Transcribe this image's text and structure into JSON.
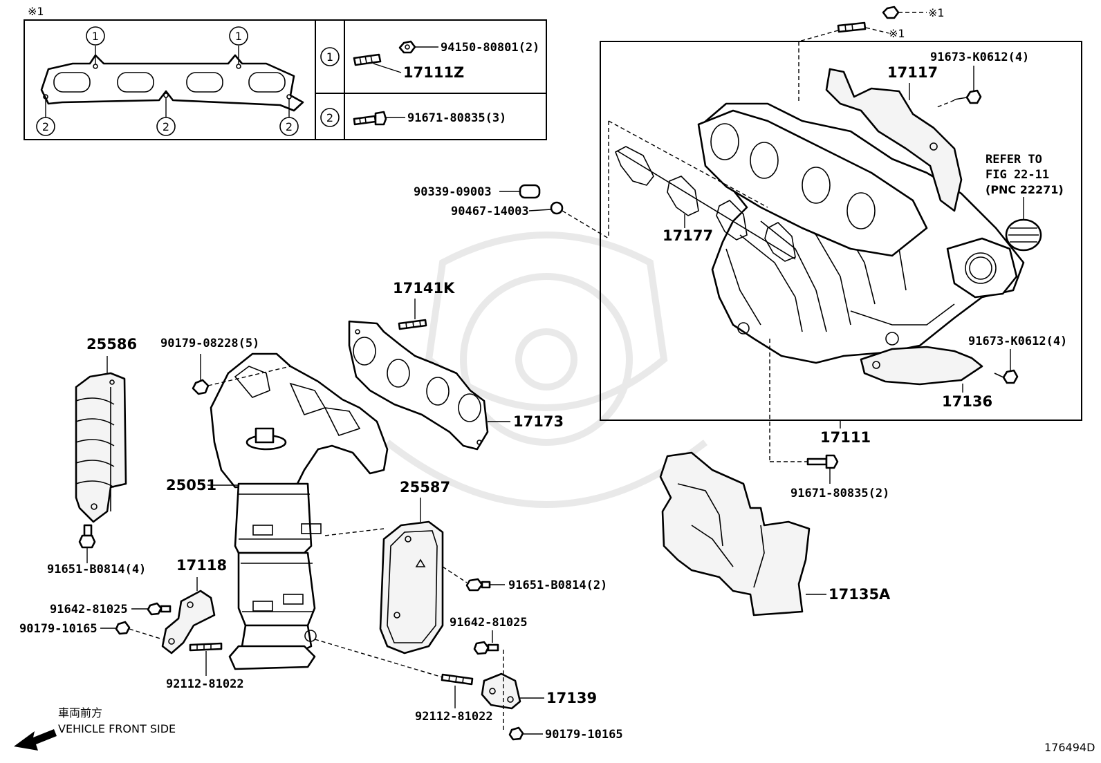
{
  "title": "",
  "inset": {
    "mark": "※1",
    "ref_one": "1",
    "ref_two": "2",
    "row1_part": "94150-80801(2)",
    "row1_stud": "17111Z",
    "row2_part": "91671-80835(3)"
  },
  "parts": {
    "p_x1_nut": "※1",
    "p_x1_stud": "※1",
    "p_17117": "17117",
    "p_91673a": "91673-K0612(4)",
    "p_refer1": "REFER TO",
    "p_refer2": "FIG 22-11",
    "p_refer3": "(PNC 22271)",
    "p_90339": "90339-09003",
    "p_90467": "90467-14003",
    "p_17177": "17177",
    "p_91673b": "91673-K0612(4)",
    "p_17136": "17136",
    "p_17111": "17111",
    "p_91671": "91671-80835(2)",
    "p_17141K": "17141K",
    "p_25586": "25586",
    "p_90179a": "90179-08228(5)",
    "p_17173": "17173",
    "p_25051": "25051",
    "p_25587": "25587",
    "p_91651a": "91651-B0814(4)",
    "p_91651b": "91651-B0814(2)",
    "p_17118": "17118",
    "p_91642a": "91642-81025",
    "p_90179b": "90179-10165",
    "p_92112a": "92112-81022",
    "p_91642b": "91642-81025",
    "p_17135A": "17135A",
    "p_92112b": "92112-81022",
    "p_17139": "17139",
    "p_90179c": "90179-10165"
  },
  "front": {
    "jp": "車両前方",
    "en": "VEHICLE FRONT SIDE"
  },
  "figure_id": "176494D"
}
